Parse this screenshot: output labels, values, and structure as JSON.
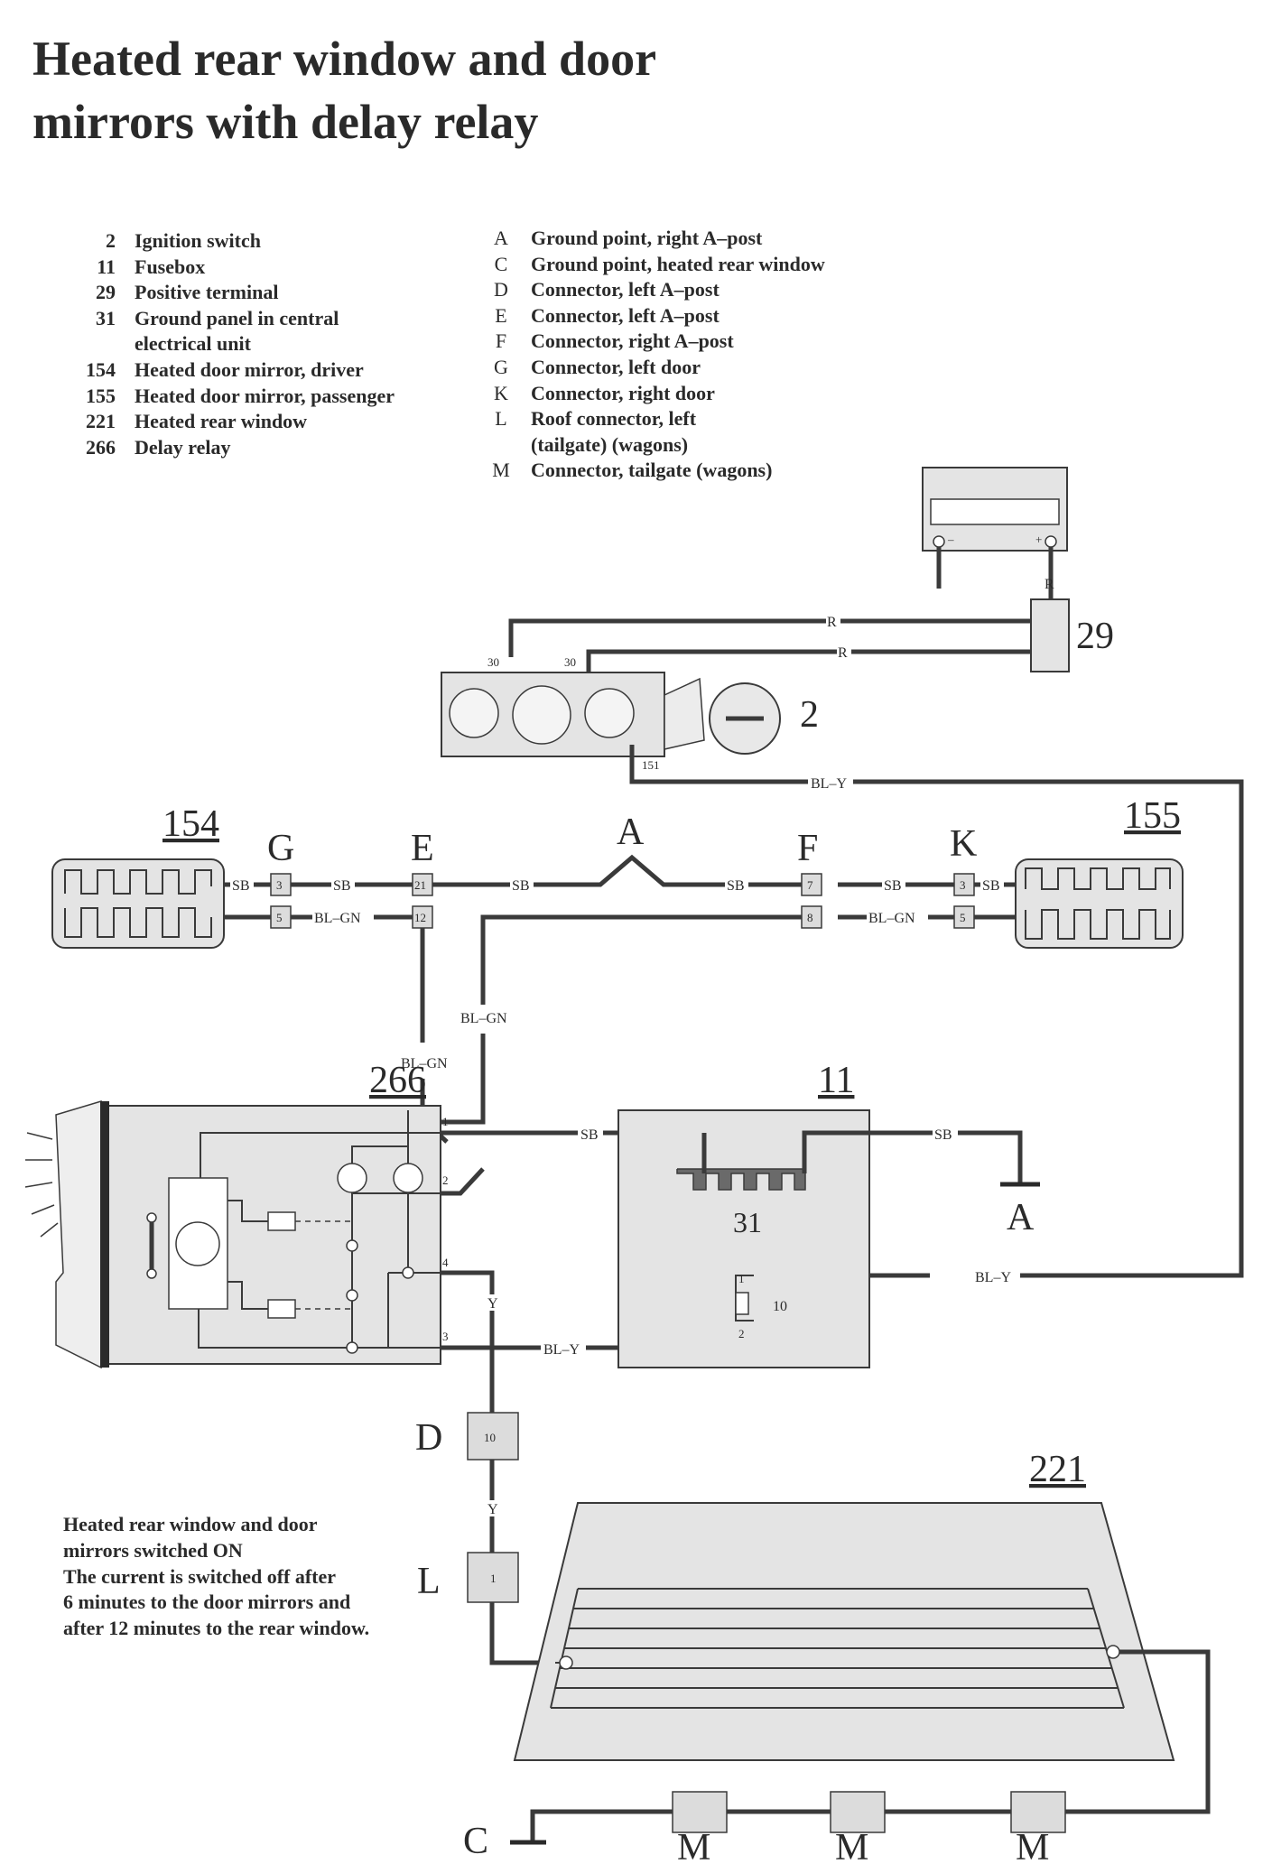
{
  "title": {
    "line1": "Heated rear window and door",
    "line2": "mirrors with delay relay"
  },
  "legend_left": [
    {
      "num": "2",
      "text": "Ignition switch"
    },
    {
      "num": "11",
      "text": "Fusebox"
    },
    {
      "num": "29",
      "text": "Positive terminal"
    },
    {
      "num": "31",
      "text": "Ground panel in central"
    },
    {
      "num": "",
      "text": "electrical unit"
    },
    {
      "num": "154",
      "text": "Heated door mirror, driver"
    },
    {
      "num": "155",
      "text": "Heated door mirror, passenger"
    },
    {
      "num": "221",
      "text": "Heated rear window"
    },
    {
      "num": "266",
      "text": "Delay relay"
    }
  ],
  "legend_right": [
    {
      "num": "A",
      "text": "Ground point, right A–post"
    },
    {
      "num": "C",
      "text": "Ground point, heated rear window"
    },
    {
      "num": "D",
      "text": "Connector, left A–post"
    },
    {
      "num": "E",
      "text": "Connector, left A–post"
    },
    {
      "num": "F",
      "text": "Connector, right A–post"
    },
    {
      "num": "G",
      "text": "Connector, left door"
    },
    {
      "num": "K",
      "text": "Connector, right door"
    },
    {
      "num": "L",
      "text": "Roof connector, left"
    },
    {
      "num": "",
      "text": "(tailgate) (wagons)"
    },
    {
      "num": "M",
      "text": "Connector, tailgate (wagons)"
    }
  ],
  "note": {
    "line1": "Heated rear window and door",
    "line2": "mirrors switched ON",
    "line3": "The current is switched off after",
    "line4": "6 minutes to the door mirrors and",
    "line5": "after 12 minutes to the rear window."
  },
  "components": {
    "c29": "29",
    "c2": "2",
    "c154": "154",
    "c155": "155",
    "c266": "266",
    "c11": "11",
    "c221": "221",
    "c31": "31",
    "G": "G",
    "E": "E",
    "A_top": "A",
    "F": "F",
    "K": "K",
    "A_ground": "A",
    "D": "D",
    "L": "L",
    "C": "C",
    "M1": "M",
    "M2": "M",
    "M3": "M"
  },
  "wire_labels": {
    "r1": "R",
    "r2": "R",
    "r_batt": "R",
    "bl_y_top": "BL–Y",
    "bl_y_mid": "BL–Y",
    "bl_y_bottom": "BL–Y",
    "sb_g_left": "SB",
    "sb_g_right": "SB",
    "sb_e_right": "SB",
    "sb_f_left": "SB",
    "sb_k_left": "SB",
    "sb_k_right": "SB",
    "blgn_g": "BL–GN",
    "blgn_k": "BL–GN",
    "blgn_vert": "BL–GN",
    "blgn_relay": "BL–GN",
    "sb_fuse_left": "SB",
    "sb_fuse_right": "SB",
    "y_upper": "Y",
    "y_lower": "Y",
    "batt_minus": "–",
    "batt_plus": "+"
  },
  "pins": {
    "ign_30a": "30",
    "ign_30b": "30",
    "ign_151": "151",
    "g3": "3",
    "g5": "5",
    "e21": "21",
    "e12": "12",
    "f7": "7",
    "f8": "8",
    "k3": "3",
    "k5": "5",
    "r1": "1",
    "r2": "2",
    "r4": "4",
    "r3": "3",
    "fuse1": "1",
    "fuse2": "2",
    "fuse10": "10",
    "d10": "10",
    "l1": "1"
  }
}
